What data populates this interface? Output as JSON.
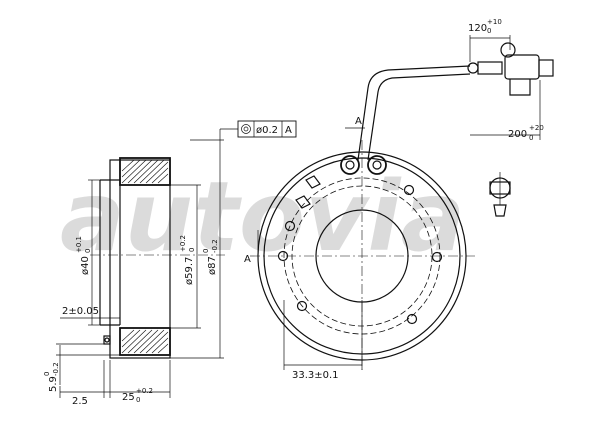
{
  "watermark": "autovia",
  "callouts": {
    "section_mark_top": "A",
    "section_mark_left": "A",
    "datum_ref": "A",
    "tolerance": "ø0.2"
  },
  "dimensions": {
    "d1": {
      "base": "120",
      "upper": "+10",
      "lower": "0"
    },
    "d2": {
      "base": "200",
      "upper": "+20",
      "lower": "0"
    },
    "d3": {
      "base": "ø40",
      "upper": "+0.1",
      "lower": "0"
    },
    "d4": {
      "base": "ø59.7",
      "upper": "+0.2",
      "lower": "0"
    },
    "d5": {
      "base": "ø87",
      "upper": "0",
      "lower": "-0.2"
    },
    "d6": {
      "text": "2±0.05"
    },
    "d7": {
      "base": "5.9",
      "upper": "0",
      "lower": "-0.2"
    },
    "d8": {
      "text": "2.5"
    },
    "d9": {
      "base": "25",
      "upper": "+0.2",
      "lower": "0"
    },
    "d10": {
      "text": "33.3±0.1"
    }
  }
}
